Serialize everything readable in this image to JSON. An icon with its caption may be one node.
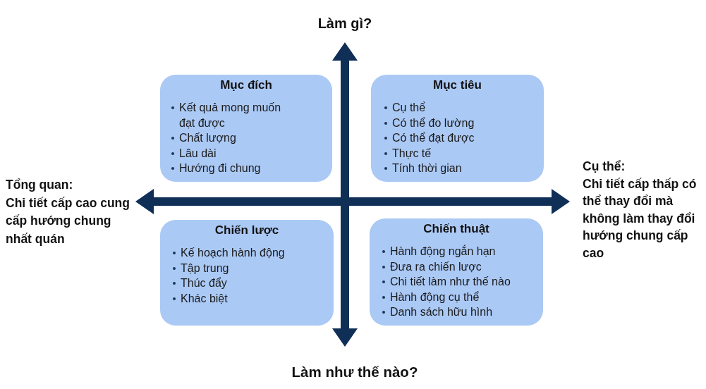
{
  "diagram": {
    "nodes": [
      {
        "text": [
          "Làm gì?"
        ]
      },
      {
        "text": [
          "Mục đích",
          "Kết quả mong muốn đạt được",
          "Chất lượng",
          "Lâu dài",
          "Hướng đi chung"
        ]
      },
      {
        "text": [
          "Mục tiêu",
          "Cụ thể",
          "Có thể đo lường",
          "Có thể đạt được",
          "Thực tế",
          "Tính thời gian"
        ]
      },
      {
        "text": [
          "Tổng quan:",
          "Chi tiết cấp cao cung cấp hướng chung nhất quán"
        ]
      },
      {
        "text": [
          "Cụ thể:",
          "Chi tiết cấp thấp có thể thay đổi mà không làm thay đổi hướng chung cấp cao"
        ]
      },
      {
        "text": [
          "Chiến lược",
          "Kế hoạch hành động",
          "Tập trung",
          "Thúc đẩy",
          "Khác biệt"
        ]
      },
      {
        "text": [
          "Chiến thuật",
          "Hành động ngắn hạn",
          "Đưa ra chiến lược",
          "Chi tiết làm như thế nào",
          "Hành động cụ thể",
          "Danh sách hữu hình"
        ]
      },
      {
        "text": [
          "Làm như thế nào?"
        ]
      }
    ],
    "edges": [
      {
        "from": 0,
        "to": 7,
        "arrow": "both"
      },
      {
        "from": 3,
        "to": 4,
        "arrow": "both"
      }
    ]
  }
}
